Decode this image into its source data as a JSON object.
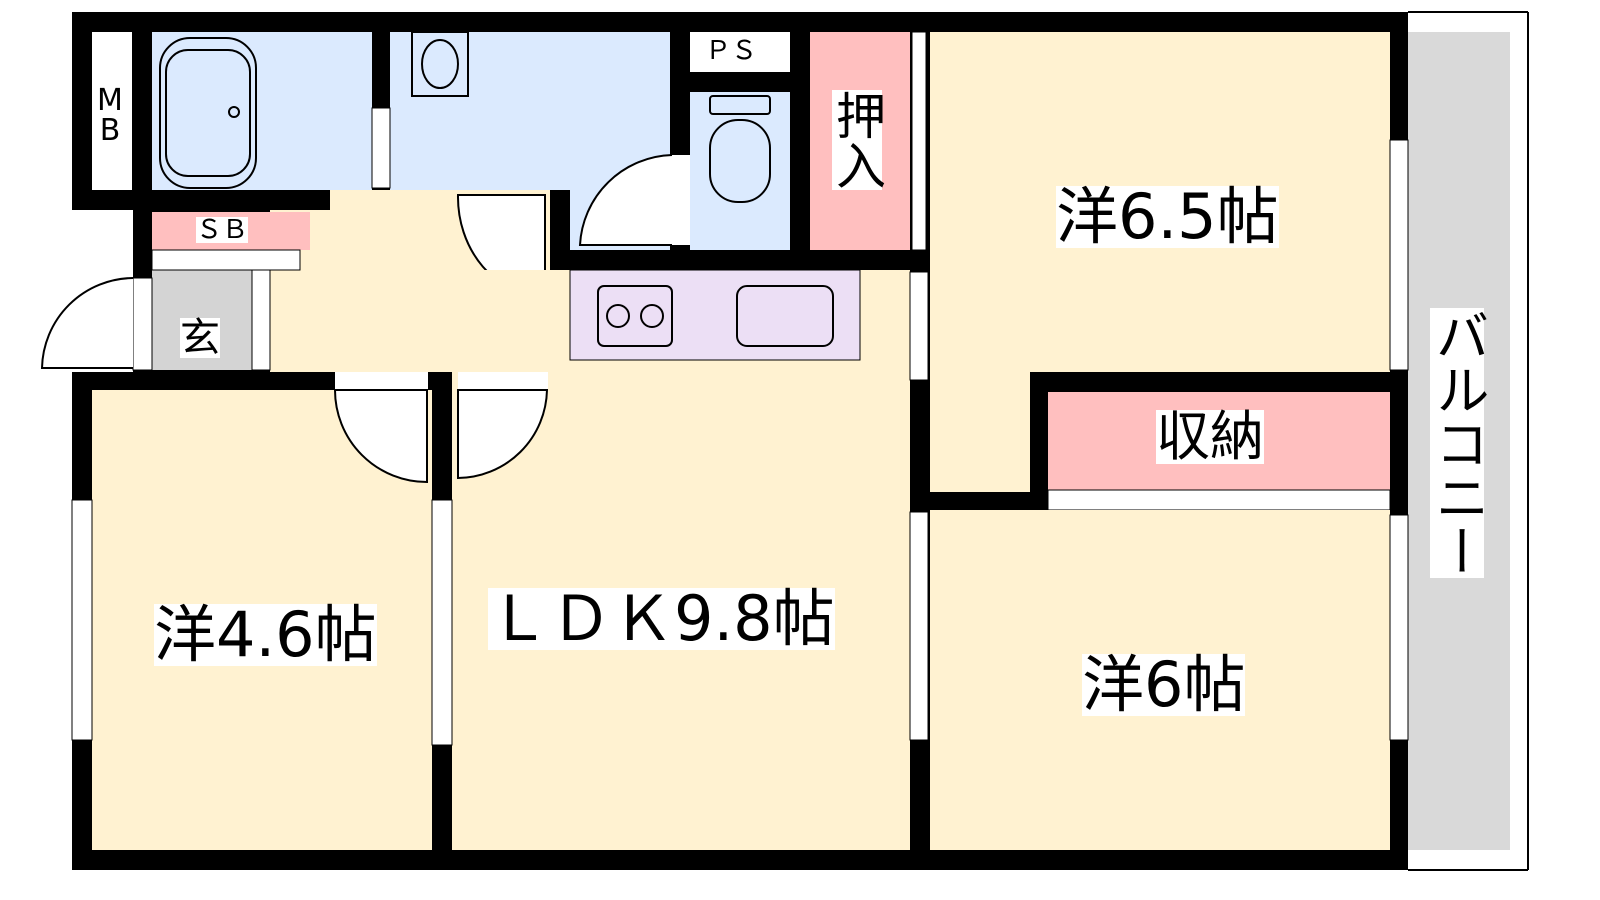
{
  "rooms": {
    "mb": "MB",
    "ps": "ＰＳ",
    "sb": "ＳＢ",
    "oshiire": "押入",
    "genkan": "玄",
    "western_65": "洋6.5帖",
    "western_46": "洋4.6帖",
    "western_6": "洋6帖",
    "ldk": "ＬＤＫ9.8帖",
    "storage": "収納",
    "balcony": "バルコニー"
  },
  "colors": {
    "room": "#fff2d1",
    "wet": "#dbeafe",
    "storage": "#ffbfbf",
    "kitchen": "#ecdff5",
    "genkan": "#d4d4d4",
    "balcony": "#d9d9d9",
    "wall": "#000000"
  }
}
